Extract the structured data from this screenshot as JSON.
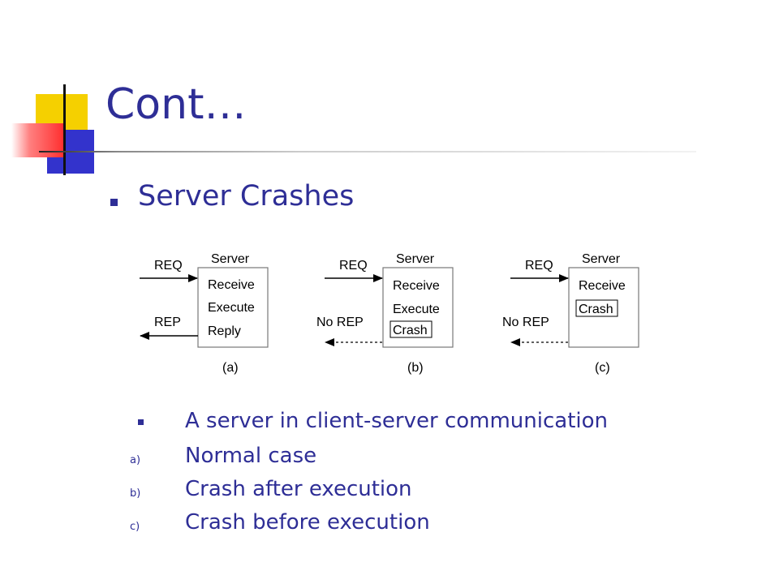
{
  "slide": {
    "title": "Cont…",
    "bullet": "Server Crashes",
    "points": [
      {
        "marker": "",
        "text": "A server in client-server communication"
      },
      {
        "marker": "a)",
        "text": "Normal case"
      },
      {
        "marker": "b)",
        "text": "Crash after execution"
      },
      {
        "marker": "c)",
        "text": "Crash before execution"
      }
    ]
  },
  "diagram": {
    "panels": [
      {
        "caption": "(a)",
        "server_label": "Server",
        "request": "REQ",
        "reply": "REP",
        "steps": [
          "Receive",
          "Execute",
          "Reply"
        ],
        "crash": null
      },
      {
        "caption": "(b)",
        "server_label": "Server",
        "request": "REQ",
        "reply": "No REP",
        "steps": [
          "Receive",
          "Execute"
        ],
        "crash": "Crash"
      },
      {
        "caption": "(c)",
        "server_label": "Server",
        "request": "REQ",
        "reply": "No REP",
        "steps": [
          "Receive"
        ],
        "crash": "Crash"
      }
    ]
  },
  "colors": {
    "text": "#2e2e96",
    "accent_yellow": "#f5d000",
    "accent_blue": "#3333cc",
    "accent_red": "#ff3030"
  }
}
